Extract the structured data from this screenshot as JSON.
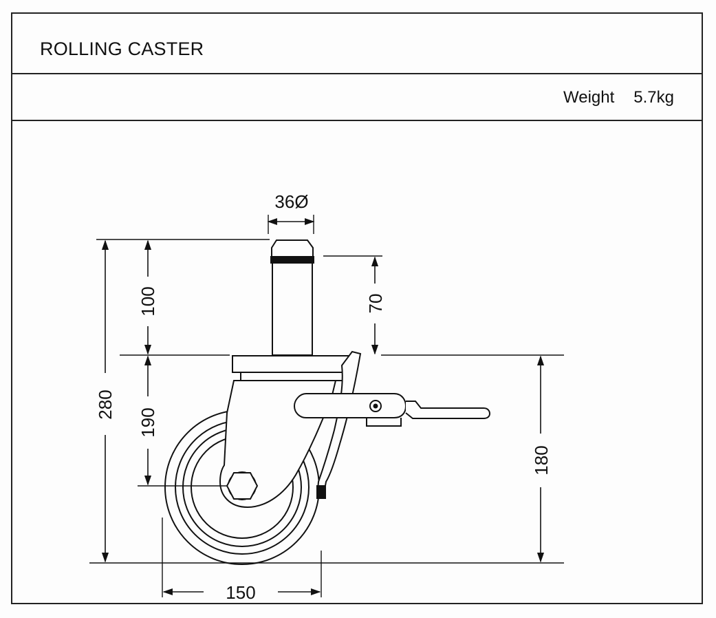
{
  "header": {
    "title": "ROLLING CASTER"
  },
  "spec": {
    "weight_label": "Weight",
    "weight_value": "5.7kg"
  },
  "dimensions": {
    "stem_diameter": "36Ø",
    "stem_height": "100",
    "stem_insert_depth": "70",
    "total_height": "280",
    "plate_to_axle": "190",
    "plate_to_ground": "180",
    "wheel_diameter": "150"
  }
}
